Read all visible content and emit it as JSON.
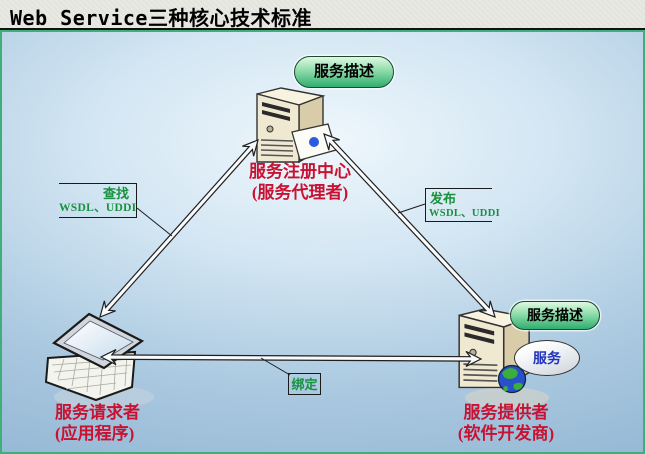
{
  "window": {
    "title": "Web Service三种核心技术标准"
  },
  "diagram": {
    "nodes": {
      "registry": {
        "title": "服务注册中心",
        "subtitle": "(服务代理者)",
        "bubble": "服务描述"
      },
      "requester": {
        "title": "服务请求者",
        "subtitle": "(应用程序)"
      },
      "provider": {
        "title": "服务提供者",
        "subtitle": "(软件开发商)",
        "bubble_description": "服务描述",
        "bubble_service": "服务"
      }
    },
    "edges": {
      "find": {
        "action": "查找",
        "standards": "WSDL、UDDI",
        "bidirectional": true
      },
      "publish": {
        "action": "发布",
        "standards": "WSDL、UDDI",
        "bidirectional": true
      },
      "bind": {
        "action": "绑定",
        "bidirectional": true
      }
    },
    "colors": {
      "node_title_red": "#c81232",
      "edge_label_green": "#18913f",
      "bubble_green": "#3fae6f",
      "service_text_blue": "#2233bb",
      "frame_green": "#3fae79"
    }
  }
}
